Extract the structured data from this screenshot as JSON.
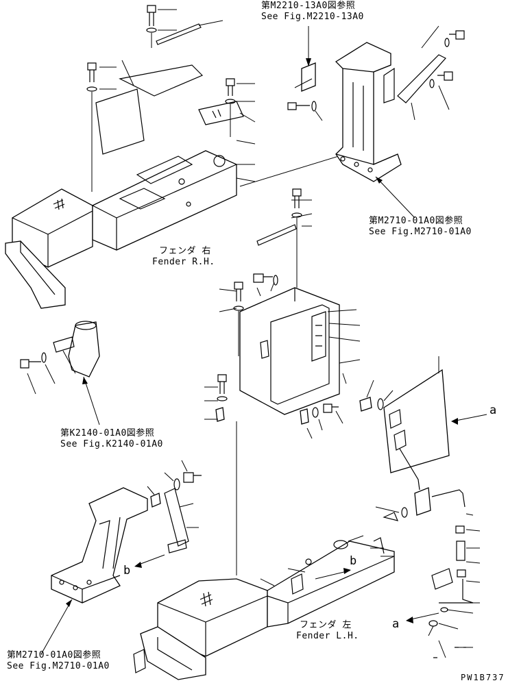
{
  "callouts": {
    "fig_m2210_jp": "第M2210-13A0図参照",
    "fig_m2210_en": "See Fig.M2210-13A0",
    "fig_m2710_upper_jp": "第M2710-01A0図参照",
    "fig_m2710_upper_en": "See Fig.M2710-01A0",
    "fig_k2140_jp": "第K2140-01A0図参照",
    "fig_k2140_en": "See Fig.K2140-01A0",
    "fig_m2710_lower_jp": "第M2710-01A0図参照",
    "fig_m2710_lower_en": "See Fig.M2710-01A0"
  },
  "parts": {
    "fender_rh_jp": "フェンダ 右",
    "fender_rh_en": "Fender R.H.",
    "fender_lh_jp": "フェンダ 左",
    "fender_lh_en": "Fender L.H."
  },
  "markers": {
    "a_upper": "a",
    "a_lower": "a",
    "b_left": "b",
    "b_right": "b"
  },
  "drawing_code": "PW1B737"
}
